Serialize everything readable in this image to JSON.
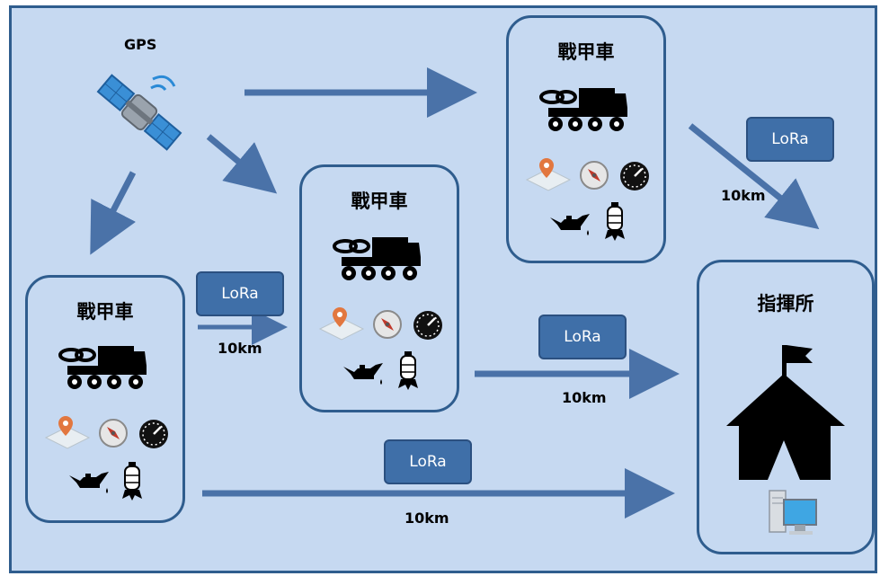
{
  "gps_label": "GPS",
  "vehicles": [
    {
      "title": "戰甲車"
    },
    {
      "title": "戰甲車"
    },
    {
      "title": "戰甲車"
    }
  ],
  "command_post": {
    "title": "指揮所"
  },
  "links": [
    {
      "protocol": "LoRa",
      "distance": "10km"
    },
    {
      "protocol": "LoRa",
      "distance": "10km"
    },
    {
      "protocol": "LoRa",
      "distance": "10km"
    },
    {
      "protocol": "LoRa",
      "distance": "10km"
    }
  ],
  "colors": {
    "background": "#c6d9f1",
    "border": "#2f5d8e",
    "arrow": "#4a72a8",
    "lora_box": "#3f6fa8"
  },
  "icons": [
    "satellite-icon",
    "truck-icon",
    "map-pin-icon",
    "compass-icon",
    "speedometer-icon",
    "oil-can-icon",
    "fuel-tank-icon",
    "tent-icon",
    "computer-icon"
  ]
}
